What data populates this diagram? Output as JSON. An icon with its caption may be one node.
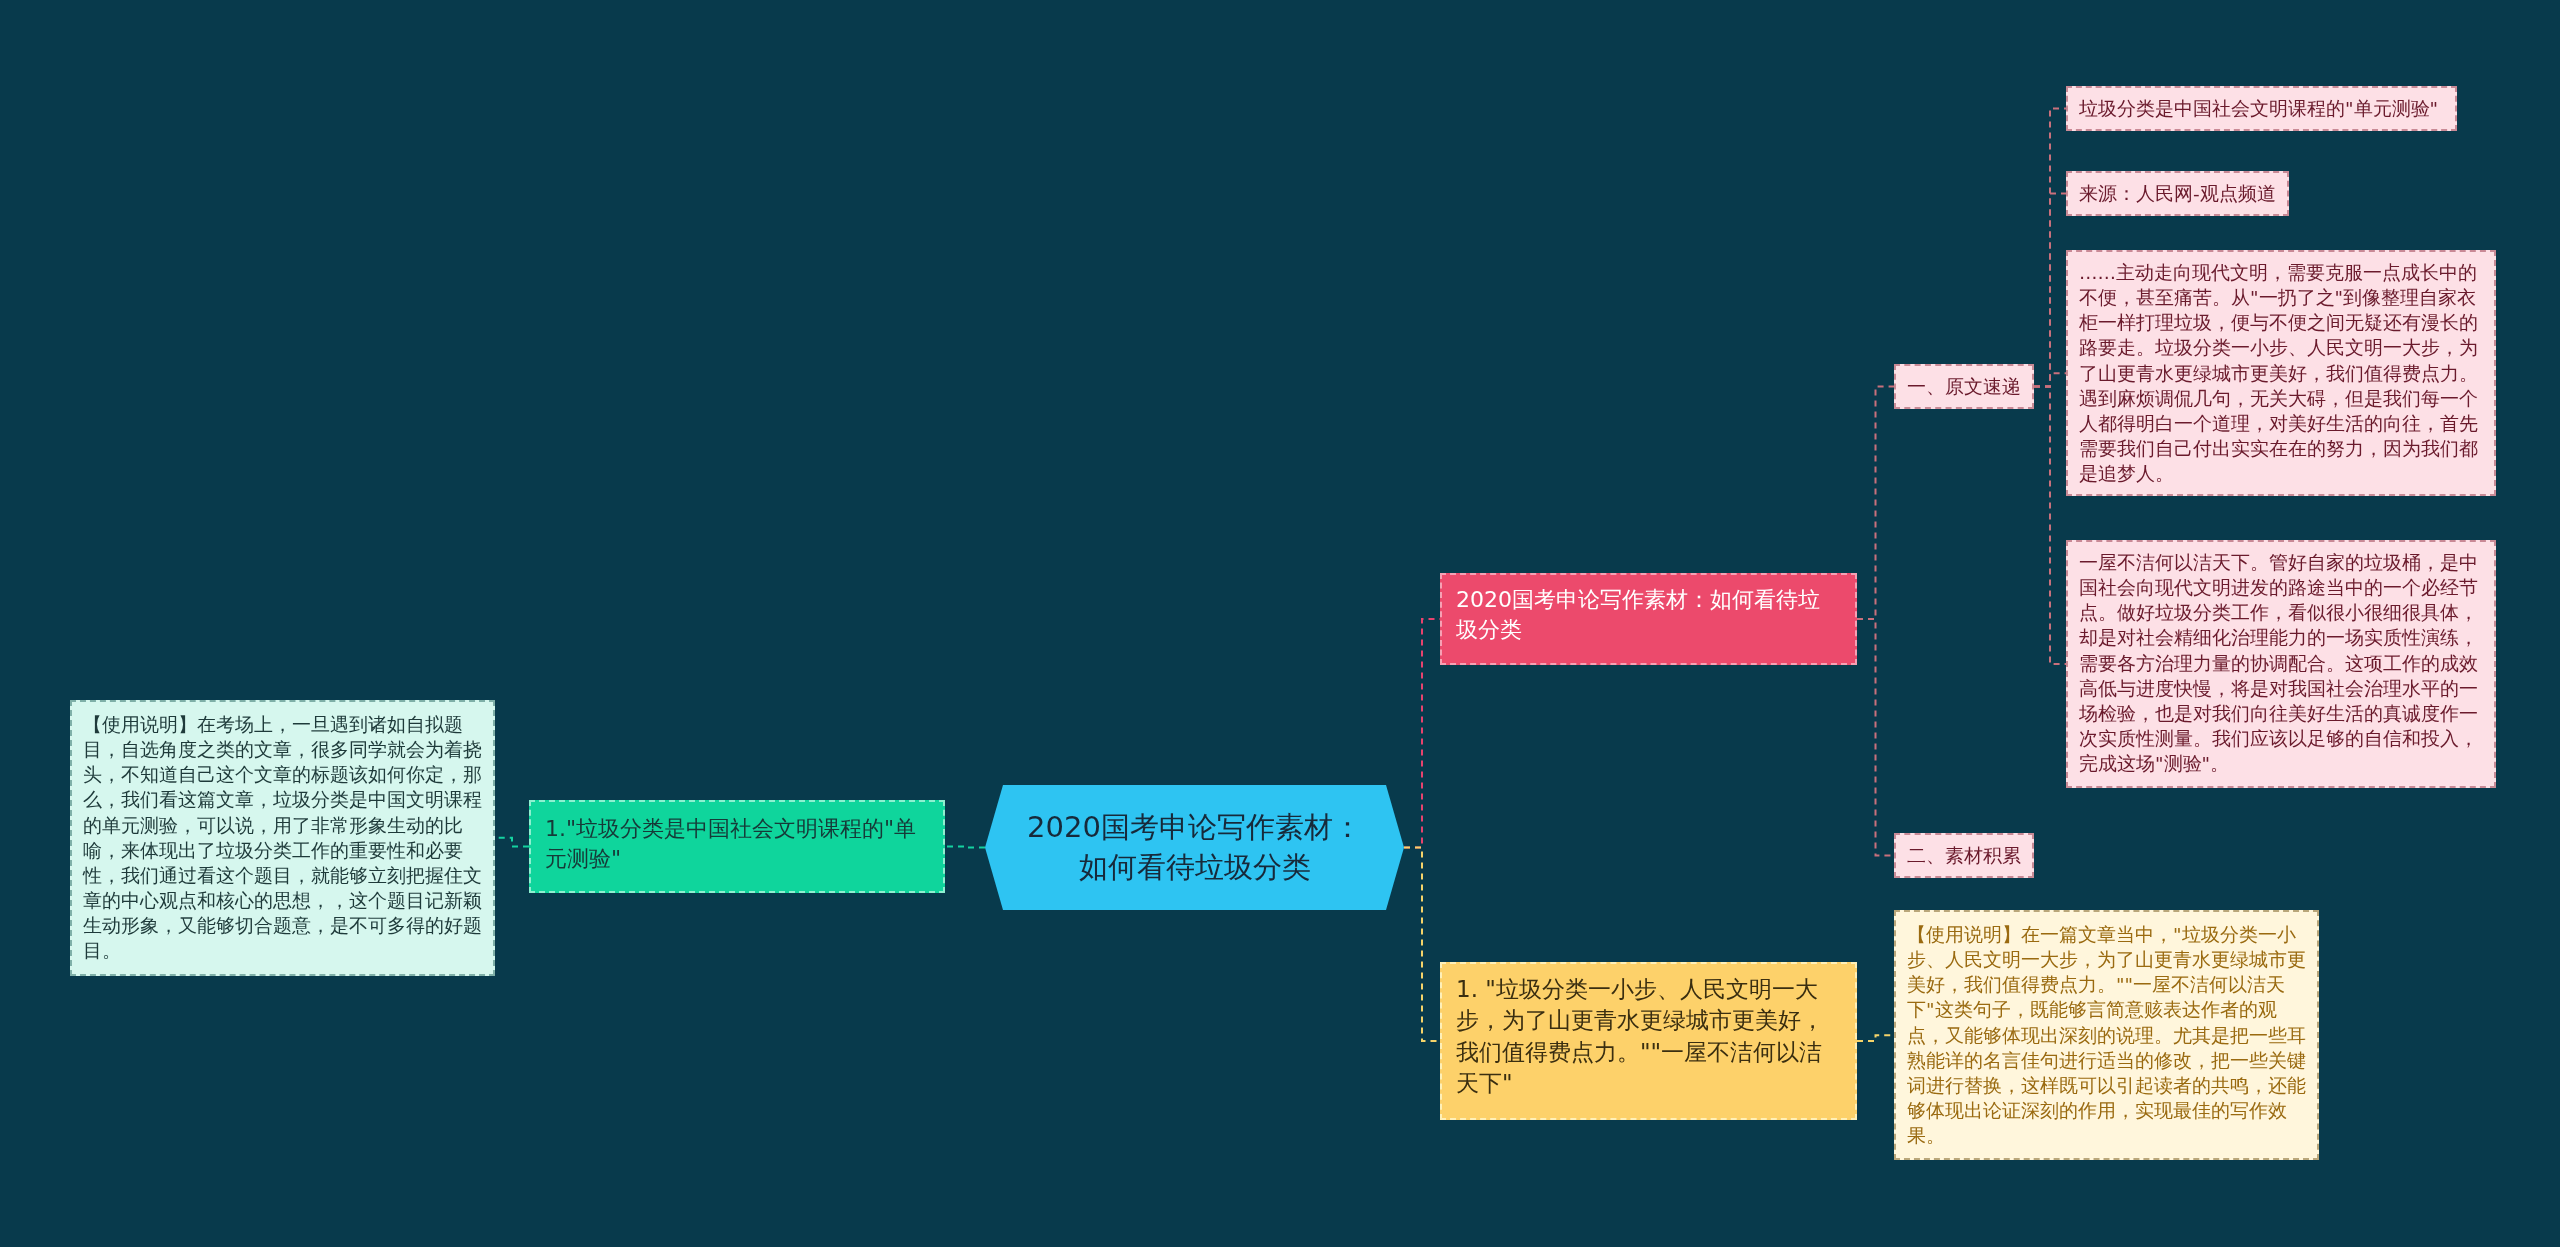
{
  "diagram": {
    "nodes": [
      {
        "text": [
          "2020国考申论写作素材：如何看待垃圾分类"
        ]
      },
      {
        "text": [
          "2020国考申论写作素材：如何看待垃圾分类"
        ]
      },
      {
        "text": [
          "一、原文速递"
        ]
      },
      {
        "text": [
          "垃圾分类是中国社会文明课程的\"单元测验\""
        ]
      },
      {
        "text": [
          "来源：人民网-观点频道"
        ]
      },
      {
        "text": [
          "……主动走向现代文明，需要克服一点成长中的不便，甚至痛苦。从\"一扔了之\"到像整理自家衣柜一样打理垃圾，便与不便之间无疑还有漫长的路要走。垃圾分类一小步、人民文明一大步，为了山更青水更绿城市更美好，我们值得费点力。遇到麻烦调侃几句，无关大碍，但是我们每一个人都得明白一个道理，对美好生活的向往，首先需要我们自己付出实实在在的努力，因为我们都是追梦人。"
        ]
      },
      {
        "text": [
          "一屋不洁何以洁天下。管好自家的垃圾桶，是中国社会向现代文明进发的路途当中的一个必经节点。做好垃圾分类工作，看似很小很细很具体，却是对社会精细化治理能力的一场实质性演练，需要各方治理力量的协调配合。这项工作的成效高低与进度快慢，将是对我国社会治理水平的一场检验，也是对我们向往美好生活的真诚度作一次实质性测量。我们应该以足够的自信和投入，完成这场\"测验\"。"
        ]
      },
      {
        "text": [
          "二、素材积累"
        ]
      },
      {
        "text": [
          "1. \"垃圾分类一小步、人民文明一大步，为了山更青水更绿城市更美好，我们值得费点力。\"\"一屋不洁何以洁天下\""
        ]
      },
      {
        "text": [
          "【使用说明】在一篇文章当中，\"垃圾分类一小步、人民文明一大步，为了山更青水更绿城市更美好，我们值得费点力。\"\"一屋不洁何以洁天下\"这类句子，既能够言简意赅表达作者的观点，又能够体现出深刻的说理。尤其是把一些耳熟能详的名言佳句进行适当的修改，把一些关键词进行替换，这样既可以引起读者的共鸣，还能够体现出论证深刻的作用，实现最佳的写作效果。"
        ]
      },
      {
        "text": [
          "1.\"垃圾分类是中国社会文明课程的\"单元测验\""
        ]
      },
      {
        "text": [
          "【使用说明】在考场上，一旦遇到诸如自拟题目，自选角度之类的文章，很多同学就会为着挠头，不知道自己这个文章的标题该如何你定，那么，我们看这篇文章，垃圾分类是中国文明课程的单元测验，可以说，用了非常形象生动的比喻，来体现出了垃圾分类工作的重要性和必要性，我们通过看这个题目，就能够立刻把握住文章的中心观点和核心的思想，，这个题目记新颖生动形象，又能够切合题意，是不可多得的好题目。"
        ]
      }
    ],
    "edges": [
      {
        "from": 0,
        "to": 1,
        "arrow": "none",
        "color": "#e8436e"
      },
      {
        "from": 1,
        "to": 2,
        "arrow": "none"
      },
      {
        "from": 2,
        "to": 3,
        "arrow": "none"
      },
      {
        "from": 2,
        "to": 4,
        "arrow": "none"
      },
      {
        "from": 2,
        "to": 5,
        "arrow": "none"
      },
      {
        "from": 2,
        "to": 6,
        "arrow": "none"
      },
      {
        "from": 1,
        "to": 7,
        "arrow": "none"
      },
      {
        "from": 0,
        "to": 8,
        "arrow": "none",
        "color": "#f5d46a"
      },
      {
        "from": 8,
        "to": 9,
        "arrow": "none",
        "color": "#f5d46a"
      },
      {
        "from": 0,
        "to": 10,
        "arrow": "none",
        "color": "#14d2a0"
      },
      {
        "from": 10,
        "to": 11,
        "arrow": "none",
        "color": "#14d2a0"
      }
    ]
  }
}
